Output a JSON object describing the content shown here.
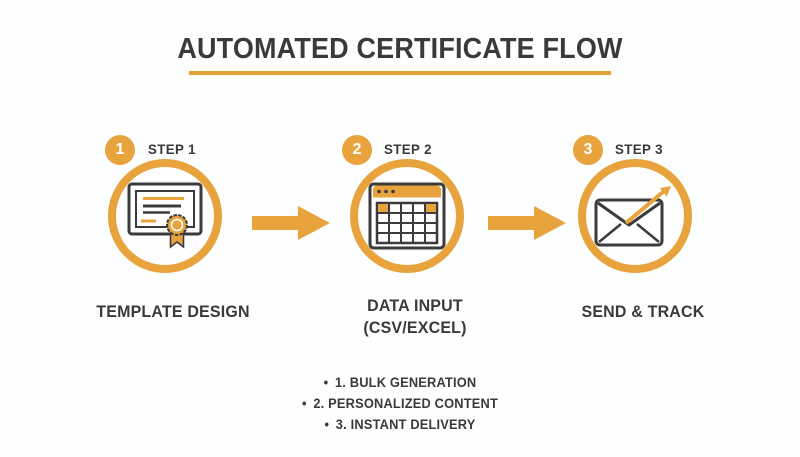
{
  "title": "AUTOMATED CERTIFICATE FLOW",
  "bullet": "•",
  "colors": {
    "accent": "#E8A33D",
    "dark_text": "#3A3A3C",
    "background": "#FDFEFE"
  },
  "steps": [
    {
      "number": "1",
      "step_label": "STEP 1",
      "icon": "certificate-icon",
      "title": "TEMPLATE DESIGN"
    },
    {
      "number": "2",
      "step_label": "STEP 2",
      "icon": "spreadsheet-icon",
      "title_line1": "DATA INPUT",
      "title_line2": "(CSV/EXCEL)"
    },
    {
      "number": "3",
      "step_label": "STEP 3",
      "icon": "envelope-send-icon",
      "title": "SEND & TRACK"
    }
  ],
  "features": [
    {
      "text": "1. BULK GENERATION"
    },
    {
      "text": "2. PERSONALIZED CONTENT"
    },
    {
      "text": "3. INSTANT DELIVERY"
    }
  ]
}
